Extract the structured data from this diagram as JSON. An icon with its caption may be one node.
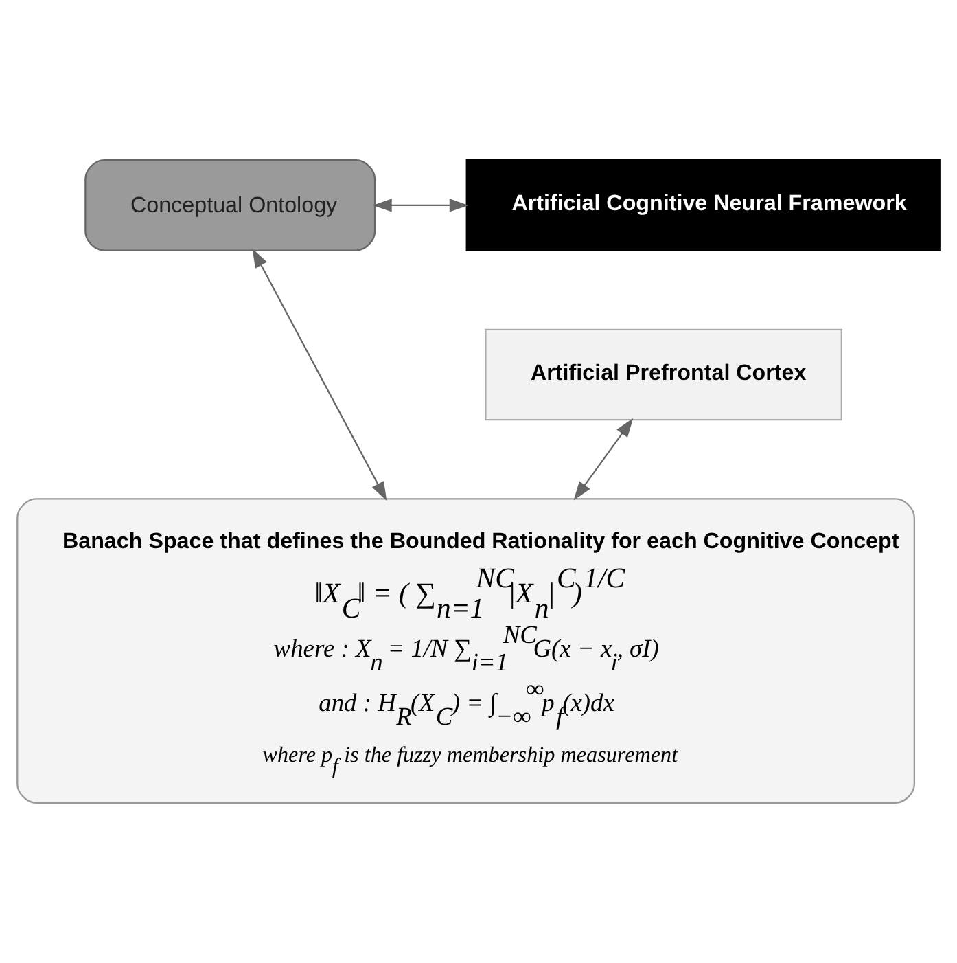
{
  "diagram": {
    "nodes": [
      {
        "text": [
          "Conceptual Ontology"
        ]
      },
      {
        "text": [
          "Artificial Cognitive Neural Framework"
        ]
      },
      {
        "text": [
          "Artificial Prefrontal Cortex"
        ]
      },
      {
        "text": [
          "Banach Space that defines the Bounded Rationality for each Cognitive Concept",
          "‖X$_{C}$‖ = ( ∑$_{n=1}$$^{NC}$|X$_{n}$|$^{C}$)$^{1/C}$",
          "where : X$_{n}$ = 1/N ∑$_{i=1}$$^{NC}$G(x − x$_{i}$, σI)",
          "and : H$_{R}$(X$_{C}$) = ∫$_{−∞}$$^{∞}$p$_{f}$(x)dx",
          "where p$_{f}$ is the fuzzy membership measurement"
        ]
      }
    ],
    "edges": [
      {
        "from": 0,
        "to": 1,
        "arrow": "both"
      },
      {
        "from": 2,
        "to": 3,
        "arrow": "both"
      },
      {
        "from": 0,
        "to": 3,
        "arrow": "both"
      }
    ]
  }
}
